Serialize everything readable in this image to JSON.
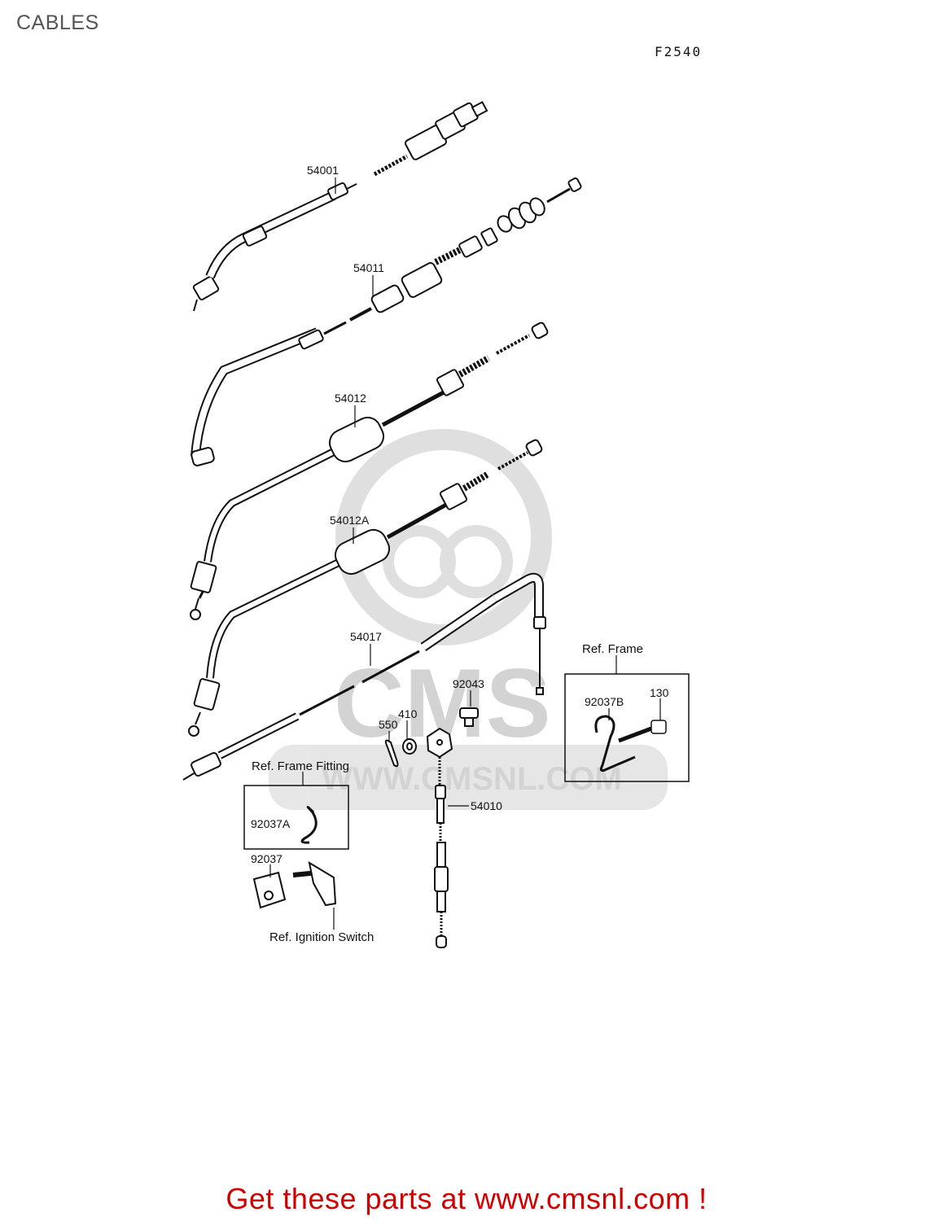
{
  "header": {
    "title": "CABLES",
    "figure_code": "F2540"
  },
  "watermark": {
    "brand": "CMS",
    "url": "WWW.CMSNL.COM"
  },
  "parts": {
    "p54001": "54001",
    "p54011": "54011",
    "p54012": "54012",
    "p54012A": "54012A",
    "p54017": "54017",
    "p92043": "92043",
    "p410": "410",
    "p550": "550",
    "p54010": "54010",
    "p92037A": "92037A",
    "p92037": "92037",
    "p92037B": "92037B",
    "p130": "130"
  },
  "refs": {
    "frame": "Ref. Frame",
    "frame_fitting": "Ref. Frame Fitting",
    "ignition_switch": "Ref. Ignition Switch"
  },
  "footer": {
    "promo": "Get these parts at www.cmsnl.com !"
  },
  "colors": {
    "ink": "#111111",
    "watermark": "#d9d9d9",
    "promo": "#d00000"
  }
}
